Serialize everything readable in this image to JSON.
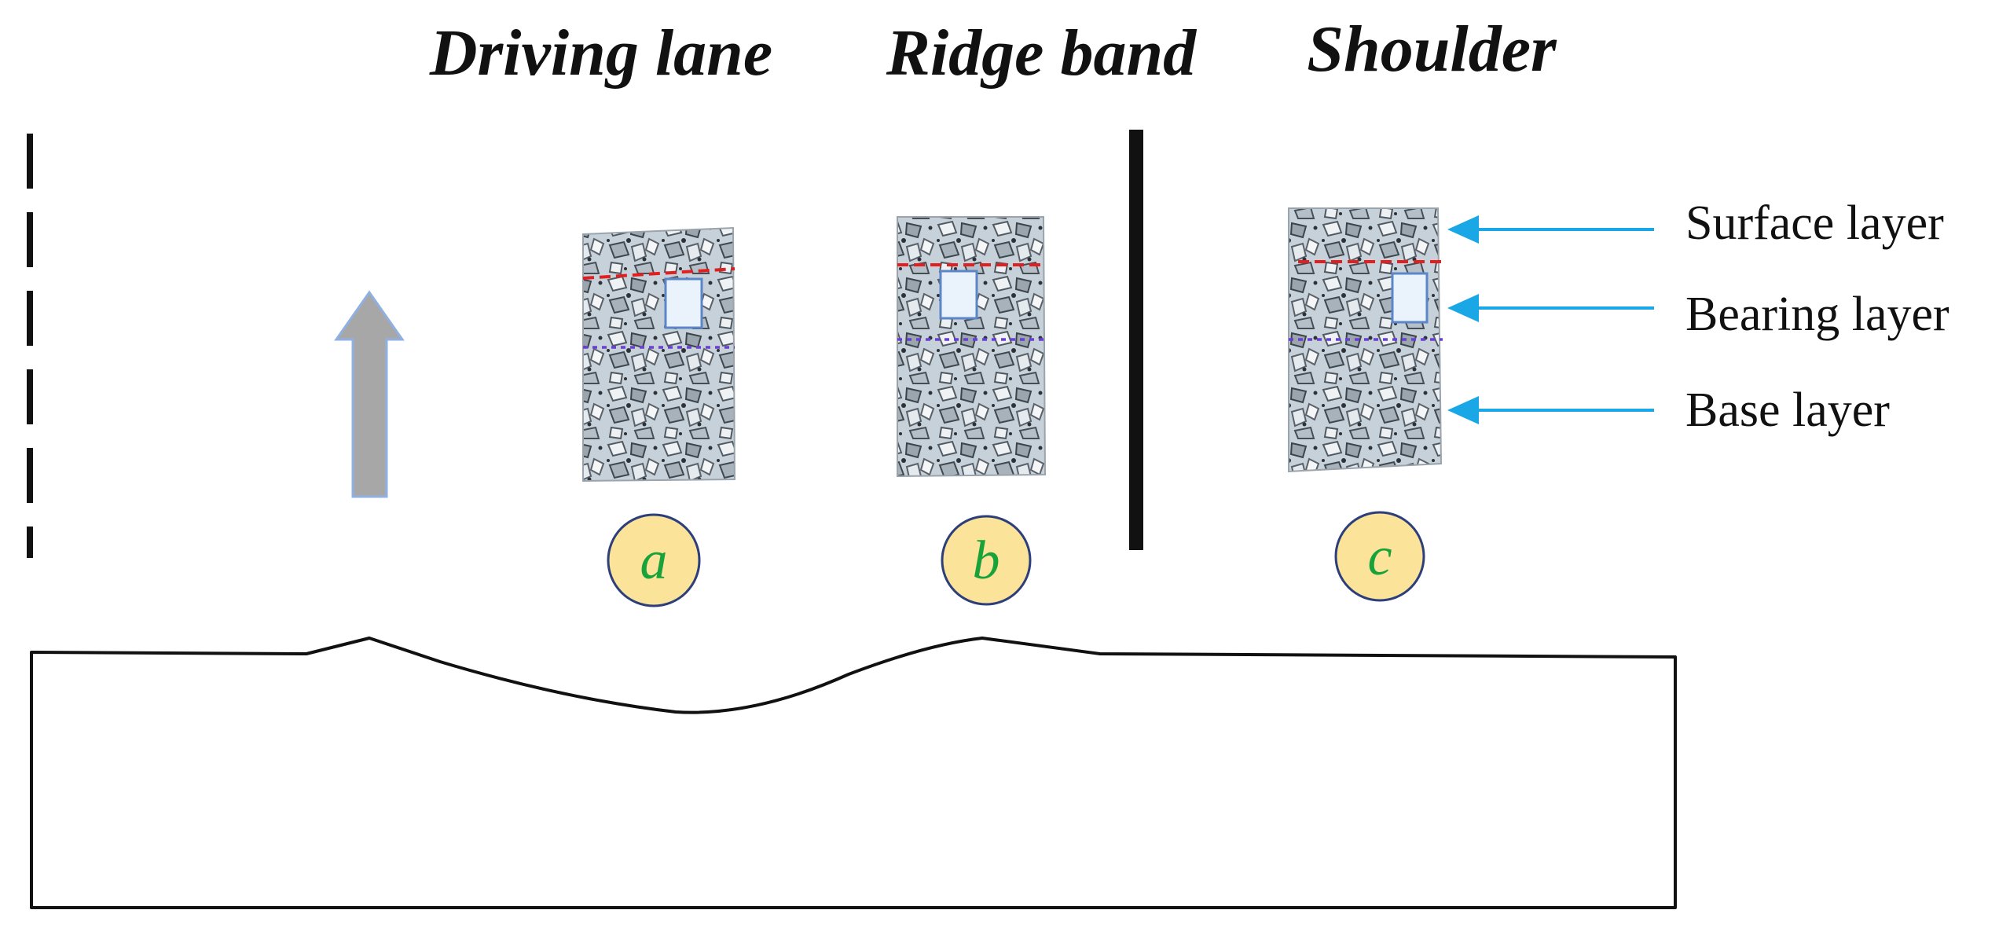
{
  "headings": {
    "driving_lane": "Driving lane",
    "ridge_band": "Ridge band",
    "shoulder": "Shoulder"
  },
  "layers": {
    "surface": "Surface layer",
    "bearing": "Bearing layer",
    "base": "Base layer"
  },
  "cores": [
    {
      "label": "a"
    },
    {
      "label": "b"
    },
    {
      "label": "c"
    }
  ],
  "colors": {
    "text": "#111111",
    "arrow_blue": "#1aa7e6",
    "surface_line": "#e02020",
    "bearing_line": "#6b3fd0",
    "circle_fill": "#fbe39a",
    "circle_stroke": "#2c3f7a",
    "letter_green": "#1aa23a",
    "direction_arrow": "#a7a7a7",
    "direction_arrow_edge": "#8fb0e0",
    "core_base": "#c9d3db"
  },
  "icons": {
    "direction": "up-arrow-icon",
    "layer_pointer": "left-arrow-icon"
  }
}
